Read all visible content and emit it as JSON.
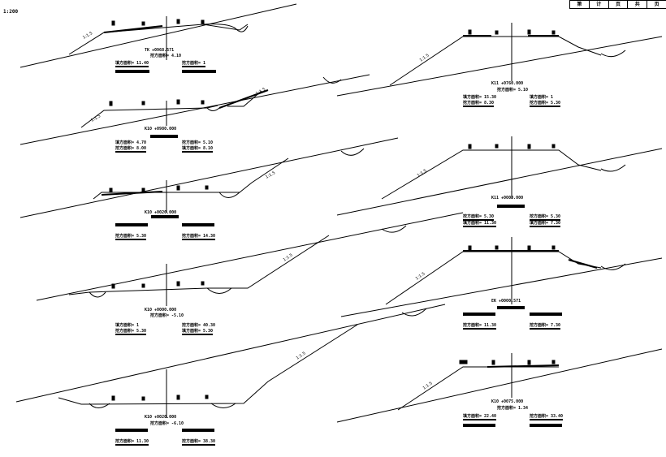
{
  "scale": "1:200",
  "header": [
    "第",
    "计",
    "页",
    "共",
    "页"
  ],
  "sections": [
    {
      "station": "TK  +0968.571",
      "sub": "挖方面积= 4.10",
      "left": "填方面积= 11.40",
      "right": "挖方面积= 1"
    },
    {
      "station": "K10  +0980.000",
      "left": "填方面积= 4.70",
      "left2": "挖方面积= 8.00",
      "right": "挖方面积= 5.10",
      "right2": "填方面积= 8.10"
    },
    {
      "station": "K10  +0020.000",
      "left": "挖方面积= 5.30",
      "right": "挖方面积= 14.30"
    },
    {
      "station": "K10  +0000.000",
      "sub": "挖方面积= -5.10",
      "left": "填方面积= 1",
      "left2": "挖方面积= 5.30",
      "right": "挖方面积= 40.30",
      "right2": "填方面积= 5.30"
    },
    {
      "station": "K10  +0020.000",
      "sub": "挖方面积= -6.10",
      "left": "挖方面积= 11.30",
      "right": "挖方面积= 38.30"
    },
    {
      "station": "K11  +0760.000",
      "sub": "挖方面积= 5.10",
      "left": "填方面积= 15.30",
      "left2": "挖方面积= 8.30",
      "right": "填方面积= 1",
      "right2": "挖方面积= 5.30"
    },
    {
      "station": "K11  +0000.000",
      "left": "挖方面积= 5.30",
      "left2": "填方面积= 11.30",
      "right": "挖方面积= 5.30",
      "right2": "填方面积= 7.30"
    },
    {
      "station": "EK   +0000.571",
      "left": "挖方面积= 11.30",
      "right": "挖方面积= 7.30"
    },
    {
      "station": "K10  +0075.000",
      "sub": "挖方面积= 1.34",
      "left": "填方面积= 22.40",
      "right": "挖方面积= 33.40"
    }
  ],
  "slope_label": "1:1.5"
}
